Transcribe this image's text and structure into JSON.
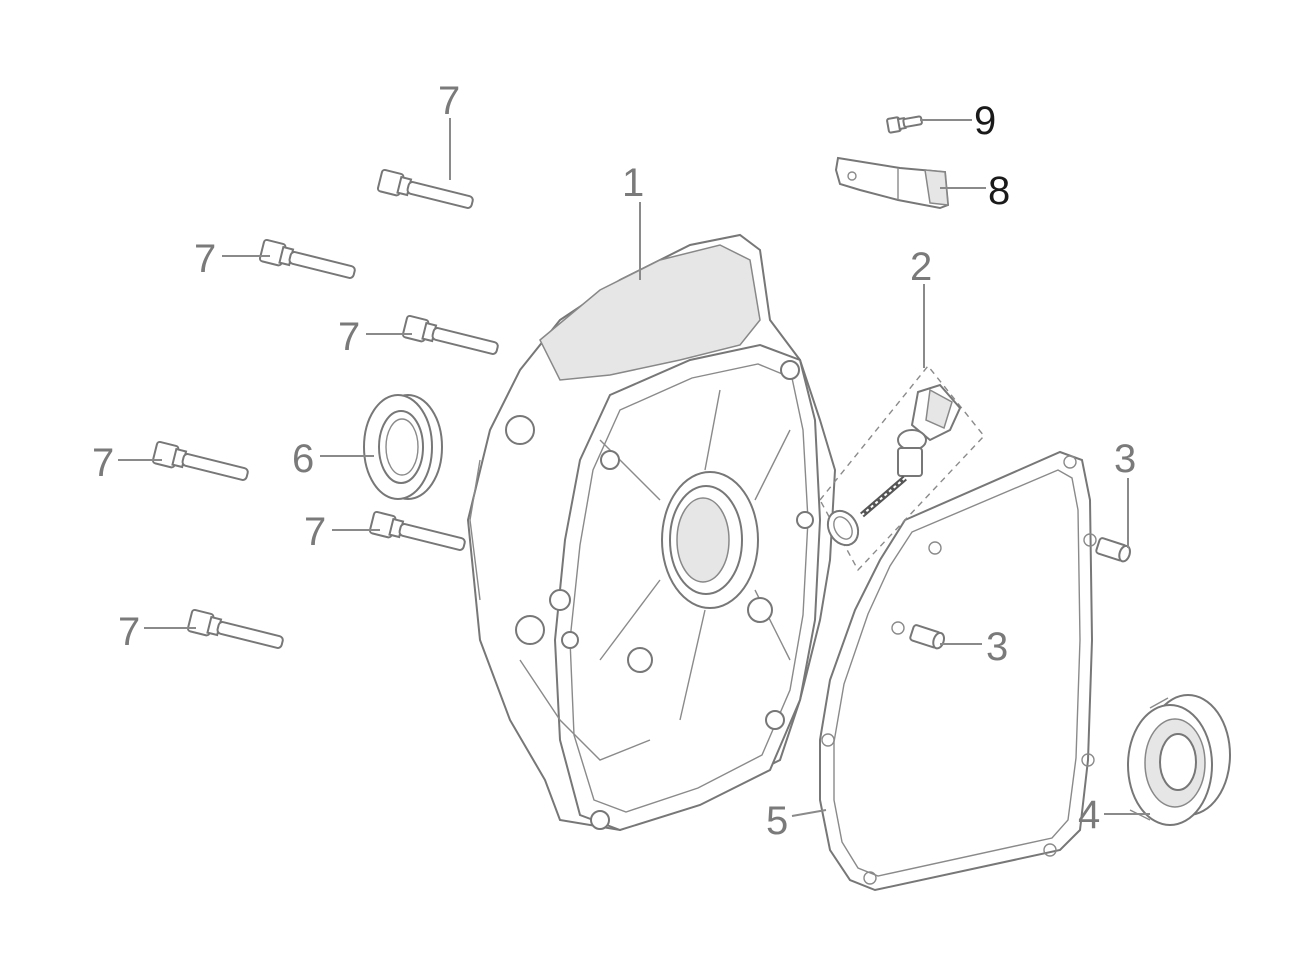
{
  "callouts": {
    "crankcase_cover": "1",
    "oil_dipstick": "2",
    "dowel_pin_top": "3",
    "dowel_pin_mid": "3",
    "bearing": "4",
    "gasket": "5",
    "oil_seal": "6",
    "bolt_a": "7",
    "bolt_b": "7",
    "bolt_c": "7",
    "bolt_d": "7",
    "bolt_e": "7",
    "bolt_f": "7",
    "bracket": "8",
    "small_bolt": "9"
  },
  "colors": {
    "label": "#7a7a7a",
    "label_dark": "#1a1a1a",
    "line": "#777777",
    "background": "#ffffff"
  }
}
